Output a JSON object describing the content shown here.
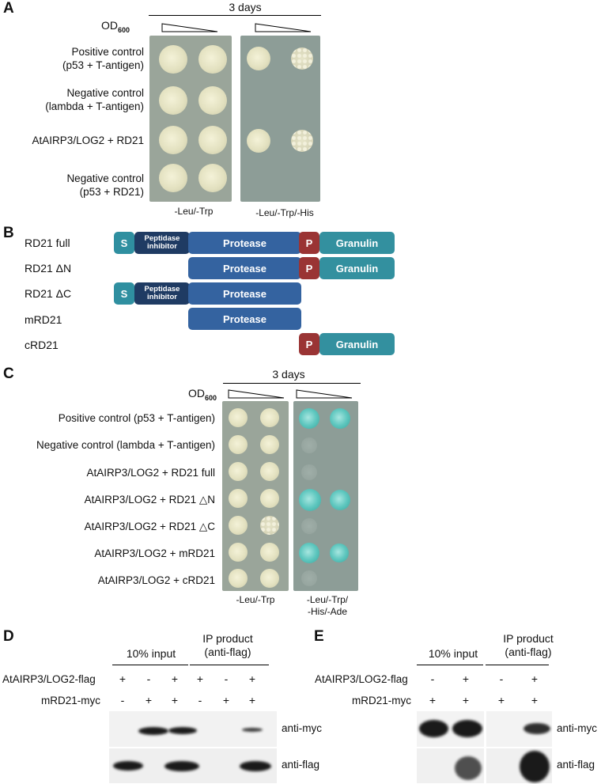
{
  "panels": {
    "a": "A",
    "b": "B",
    "c": "C",
    "d": "D",
    "e": "E"
  },
  "panel_a": {
    "time": "3 days",
    "od": "OD",
    "od_sub": "600",
    "rows": [
      {
        "line1": "Positive control",
        "line2": "(p53 + T-antigen)"
      },
      {
        "line1": "Negative control",
        "line2": "(lambda + T-antigen)"
      },
      {
        "line1": "AtAIRP3/LOG2 + RD21",
        "line2": ""
      },
      {
        "line1": "Negative control",
        "line2": "(p53 + RD21)"
      }
    ],
    "plate1": "-Leu/-Trp",
    "plate2": "-Leu/-Trp/-His"
  },
  "panel_b": {
    "rows": [
      "RD21 full",
      "RD21 ΔN",
      "RD21 ΔC",
      "mRD21",
      "cRD21"
    ],
    "domains": {
      "s": "S",
      "pi_line1": "Peptidase",
      "pi_line2": "inhibitor",
      "protease": "Protease",
      "p": "P",
      "granulin": "Granulin"
    }
  },
  "panel_c": {
    "time": "3 days",
    "od": "OD",
    "od_sub": "600",
    "rows": [
      "Positive control (p53 + T-antigen)",
      "Negative control (lambda + T-antigen)",
      "AtAIRP3/LOG2 + RD21 full",
      "AtAIRP3/LOG2 + RD21 △N",
      "AtAIRP3/LOG2 + RD21 △C",
      "AtAIRP3/LOG2 + mRD21",
      "AtAIRP3/LOG2 + cRD21"
    ],
    "plate1": "-Leu/-Trp",
    "plate2_line1": "-Leu/-Trp/",
    "plate2_line2": "-His/-Ade"
  },
  "panel_d": {
    "input_label": "10% input",
    "ip_label_line1": "IP product",
    "ip_label_line2": "(anti-flag)",
    "row1": "AtAIRP3/LOG2-flag",
    "row2": "mRD21-myc",
    "row1_signs": [
      "+",
      "-",
      "+",
      "+",
      "-",
      "+"
    ],
    "row2_signs": [
      "-",
      "+",
      "+",
      "-",
      "+",
      "+"
    ],
    "blot1": "anti-myc",
    "blot2": "anti-flag"
  },
  "panel_e": {
    "input_label": "10% input",
    "ip_label_line1": "IP product",
    "ip_label_line2": "(anti-flag)",
    "row1": "AtAIRP3/LOG2-flag",
    "row2": "mRD21-myc",
    "row1_signs": [
      "-",
      "+",
      "-",
      "+"
    ],
    "row2_signs": [
      "+",
      "+",
      "+",
      "+"
    ],
    "blot1": "anti-myc",
    "blot2": "anti-flag"
  }
}
